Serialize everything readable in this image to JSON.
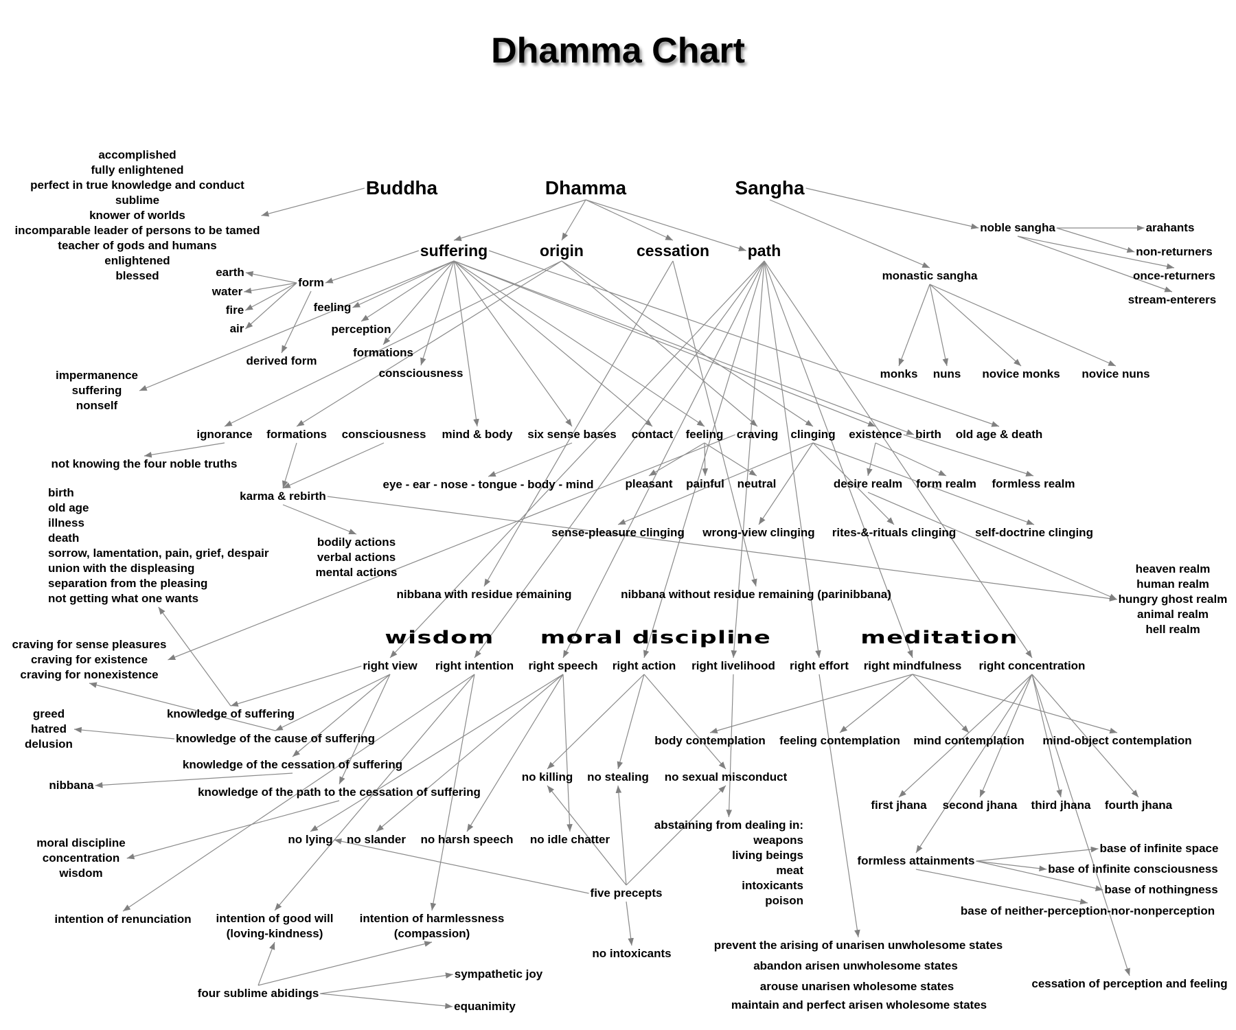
{
  "title": "Dhamma Chart",
  "nodes": {
    "buddha": "Buddha",
    "dhamma": "Dhamma",
    "sangha": "Sangha",
    "buddha_qualities": [
      "accomplished",
      "fully enlightened",
      "perfect in true knowledge and conduct",
      "sublime",
      "knower of worlds",
      "incomparable leader of persons to be tamed",
      "teacher of gods and humans",
      "enlightened",
      "blessed"
    ],
    "suffering": "suffering",
    "origin": "origin",
    "cessation": "cessation",
    "path": "path",
    "form": "form",
    "earth": "earth",
    "water": "water",
    "fire": "fire",
    "air": "air",
    "derived_form": "derived form",
    "agg_feeling": "feeling",
    "perception": "perception",
    "agg_formations": "formations",
    "agg_consciousness": "consciousness",
    "three_marks": [
      "impermanence",
      "suffering",
      "nonself"
    ],
    "noble_sangha": "noble sangha",
    "arahants": "arahants",
    "non_returners": "non-returners",
    "once_returners": "once-returners",
    "stream_enterers": "stream-enterers",
    "monastic_sangha": "monastic sangha",
    "monks": "monks",
    "nuns": "nuns",
    "novice_monks": "novice monks",
    "novice_nuns": "novice nuns",
    "ignorance": "ignorance",
    "do_formations": "formations",
    "do_consciousness": "consciousness",
    "mind_body": "mind & body",
    "six_sense_bases": "six sense bases",
    "contact": "contact",
    "do_feeling": "feeling",
    "craving": "craving",
    "clinging": "clinging",
    "existence": "existence",
    "birth": "birth",
    "old_age_death": "old age & death",
    "not_knowing": "not knowing the four noble truths",
    "senses": "eye - ear - nose - tongue - body - mind",
    "pleasant": "pleasant",
    "painful": "painful",
    "neutral": "neutral",
    "desire_realm": "desire realm",
    "form_realm": "form realm",
    "formless_realm": "formless realm",
    "karma_rebirth": "karma & rebirth",
    "sufferings_list": [
      "birth",
      "old age",
      "illness",
      "death",
      "sorrow, lamentation, pain, grief, despair",
      "union with the displeasing",
      "separation from the pleasing",
      "not getting what one wants"
    ],
    "actions": [
      "bodily actions",
      "verbal actions",
      "mental actions"
    ],
    "sense_pleasure_clinging": "sense-pleasure clinging",
    "wrong_view_clinging": "wrong-view clinging",
    "rites_rituals_clinging": "rites-&-rituals clinging",
    "self_doctrine_clinging": "self-doctrine clinging",
    "realms": [
      "heaven realm",
      "human realm",
      "hungry ghost realm",
      "animal realm",
      "hell realm"
    ],
    "nibbana_with": "nibbana with residue remaining",
    "nibbana_without": "nibbana without residue remaining (parinibbana)",
    "cravings_list": [
      "craving for sense pleasures",
      "craving for existence",
      "craving for nonexistence"
    ],
    "wisdom": "wisdom",
    "moral_discipline": "moral discipline",
    "meditation": "meditation",
    "right_view": "right view",
    "right_intention": "right intention",
    "right_speech": "right speech",
    "right_action": "right action",
    "right_livelihood": "right livelihood",
    "right_effort": "right effort",
    "right_mindfulness": "right mindfulness",
    "right_concentration": "right concentration",
    "knowledge_suffering": "knowledge of suffering",
    "knowledge_cause": "knowledge of the cause of suffering",
    "knowledge_cessation": "knowledge of the cessation of suffering",
    "knowledge_path": "knowledge of the path to the cessation of suffering",
    "poisons": [
      "greed",
      "hatred",
      "delusion"
    ],
    "nibbana": "nibbana",
    "threefold_training": [
      "moral discipline",
      "concentration",
      "wisdom"
    ],
    "no_lying": "no lying",
    "no_slander": "no slander",
    "no_harsh_speech": "no harsh speech",
    "no_idle_chatter": "no idle chatter",
    "no_killing": "no killing",
    "no_stealing": "no stealing",
    "no_sexual_misconduct": "no sexual misconduct",
    "abstaining": [
      "abstaining from dealing in:",
      "weapons",
      "living beings",
      "meat",
      "intoxicants",
      "poison"
    ],
    "five_precepts": "five precepts",
    "no_intoxicants": "no intoxicants",
    "intention_renunciation": "intention of renunciation",
    "intention_good_will": [
      "intention of good will",
      "(loving-kindness)"
    ],
    "intention_harmlessness": [
      "intention of harmlessness",
      "(compassion)"
    ],
    "four_sublime": "four sublime abidings",
    "sympathetic_joy": "sympathetic joy",
    "equanimity": "equanimity",
    "body_contemplation": "body contemplation",
    "feeling_contemplation": "feeling contemplation",
    "mind_contemplation": "mind contemplation",
    "mind_object_contemplation": "mind-object contemplation",
    "first_jhana": "first jhana",
    "second_jhana": "second jhana",
    "third_jhana": "third jhana",
    "fourth_jhana": "fourth jhana",
    "formless_attainments": "formless attainments",
    "infinite_space": "base of infinite space",
    "infinite_consciousness": "base of infinite consciousness",
    "nothingness": "base of nothingness",
    "neither_perception": "base of neither-perception-nor-nonperception",
    "effort_prevent": "prevent the arising of unarisen unwholesome states",
    "effort_abandon": "abandon arisen unwholesome states",
    "effort_arouse": "arouse unarisen wholesome states",
    "effort_maintain": "maintain and perfect arisen wholesome states",
    "cessation_perception_feeling": "cessation of perception and feeling"
  },
  "edges": [
    [
      "buddha",
      "buddha_qualities"
    ],
    [
      "dhamma",
      "suffering"
    ],
    [
      "dhamma",
      "origin"
    ],
    [
      "dhamma",
      "cessation"
    ],
    [
      "dhamma",
      "path"
    ],
    [
      "sangha",
      "noble_sangha"
    ],
    [
      "sangha",
      "monastic_sangha"
    ],
    [
      "noble_sangha",
      "arahants"
    ],
    [
      "noble_sangha",
      "non_returners"
    ],
    [
      "noble_sangha",
      "once_returners"
    ],
    [
      "noble_sangha",
      "stream_enterers"
    ],
    [
      "monastic_sangha",
      "monks"
    ],
    [
      "monastic_sangha",
      "nuns"
    ],
    [
      "monastic_sangha",
      "novice_monks"
    ],
    [
      "monastic_sangha",
      "novice_nuns"
    ],
    [
      "suffering",
      "form"
    ],
    [
      "suffering",
      "agg_feeling"
    ],
    [
      "suffering",
      "perception"
    ],
    [
      "suffering",
      "agg_formations"
    ],
    [
      "suffering",
      "agg_consciousness"
    ],
    [
      "suffering",
      "three_marks"
    ],
    [
      "suffering",
      "mind_body"
    ],
    [
      "suffering",
      "six_sense_bases"
    ],
    [
      "suffering",
      "contact"
    ],
    [
      "suffering",
      "do_feeling"
    ],
    [
      "suffering",
      "existence"
    ],
    [
      "suffering",
      "birth"
    ],
    [
      "suffering",
      "old_age_death"
    ],
    [
      "form",
      "earth"
    ],
    [
      "form",
      "water"
    ],
    [
      "form",
      "fire"
    ],
    [
      "form",
      "air"
    ],
    [
      "form",
      "derived_form"
    ],
    [
      "origin",
      "ignorance"
    ],
    [
      "origin",
      "do_formations"
    ],
    [
      "origin",
      "craving"
    ],
    [
      "origin",
      "clinging"
    ],
    [
      "cessation",
      "nibbana_with"
    ],
    [
      "cessation",
      "nibbana_without"
    ],
    [
      "path",
      "right_view"
    ],
    [
      "path",
      "right_intention"
    ],
    [
      "path",
      "right_speech"
    ],
    [
      "path",
      "right_action"
    ],
    [
      "path",
      "right_livelihood"
    ],
    [
      "path",
      "right_effort"
    ],
    [
      "path",
      "right_mindfulness"
    ],
    [
      "path",
      "right_concentration"
    ],
    [
      "ignorance",
      "not_knowing"
    ],
    [
      "do_formations",
      "karma_rebirth"
    ],
    [
      "do_consciousness",
      "karma_rebirth"
    ],
    [
      "karma_rebirth",
      "actions"
    ],
    [
      "karma_rebirth",
      "realms"
    ],
    [
      "six_sense_bases",
      "senses"
    ],
    [
      "do_feeling",
      "pleasant"
    ],
    [
      "do_feeling",
      "painful"
    ],
    [
      "do_feeling",
      "neutral"
    ],
    [
      "craving",
      "cravings_list"
    ],
    [
      "clinging",
      "sense_pleasure_clinging"
    ],
    [
      "clinging",
      "wrong_view_clinging"
    ],
    [
      "clinging",
      "rites_rituals_clinging"
    ],
    [
      "clinging",
      "self_doctrine_clinging"
    ],
    [
      "existence",
      "desire_realm"
    ],
    [
      "existence",
      "form_realm"
    ],
    [
      "existence",
      "formless_realm"
    ],
    [
      "desire_realm",
      "realms"
    ],
    [
      "right_view",
      "knowledge_suffering"
    ],
    [
      "right_view",
      "knowledge_cause"
    ],
    [
      "right_view",
      "knowledge_cessation"
    ],
    [
      "right_view",
      "knowledge_path"
    ],
    [
      "knowledge_suffering",
      "sufferings_list"
    ],
    [
      "knowledge_cause",
      "poisons"
    ],
    [
      "knowledge_cause",
      "cravings_list"
    ],
    [
      "knowledge_cessation",
      "nibbana"
    ],
    [
      "knowledge_path",
      "threefold_training"
    ],
    [
      "right_intention",
      "intention_renunciation"
    ],
    [
      "right_intention",
      "intention_good_will"
    ],
    [
      "right_intention",
      "intention_harmlessness"
    ],
    [
      "right_speech",
      "no_lying"
    ],
    [
      "right_speech",
      "no_slander"
    ],
    [
      "right_speech",
      "no_harsh_speech"
    ],
    [
      "right_speech",
      "no_idle_chatter"
    ],
    [
      "right_action",
      "no_killing"
    ],
    [
      "right_action",
      "no_stealing"
    ],
    [
      "right_action",
      "no_sexual_misconduct"
    ],
    [
      "right_livelihood",
      "abstaining"
    ],
    [
      "right_effort",
      "effort_prevent"
    ],
    [
      "right_mindfulness",
      "body_contemplation"
    ],
    [
      "right_mindfulness",
      "feeling_contemplation"
    ],
    [
      "right_mindfulness",
      "mind_contemplation"
    ],
    [
      "right_mindfulness",
      "mind_object_contemplation"
    ],
    [
      "right_concentration",
      "first_jhana"
    ],
    [
      "right_concentration",
      "second_jhana"
    ],
    [
      "right_concentration",
      "third_jhana"
    ],
    [
      "right_concentration",
      "fourth_jhana"
    ],
    [
      "right_concentration",
      "formless_attainments"
    ],
    [
      "right_concentration",
      "cessation_perception_feeling"
    ],
    [
      "formless_attainments",
      "infinite_space"
    ],
    [
      "formless_attainments",
      "infinite_consciousness"
    ],
    [
      "formless_attainments",
      "nothingness"
    ],
    [
      "formless_attainments",
      "neither_perception"
    ],
    [
      "five_precepts",
      "no_killing"
    ],
    [
      "five_precepts",
      "no_stealing"
    ],
    [
      "five_precepts",
      "no_sexual_misconduct"
    ],
    [
      "five_precepts",
      "no_lying"
    ],
    [
      "five_precepts",
      "no_intoxicants"
    ],
    [
      "four_sublime",
      "intention_good_will"
    ],
    [
      "four_sublime",
      "intention_harmlessness"
    ],
    [
      "four_sublime",
      "sympathetic_joy"
    ],
    [
      "four_sublime",
      "equanimity"
    ]
  ]
}
